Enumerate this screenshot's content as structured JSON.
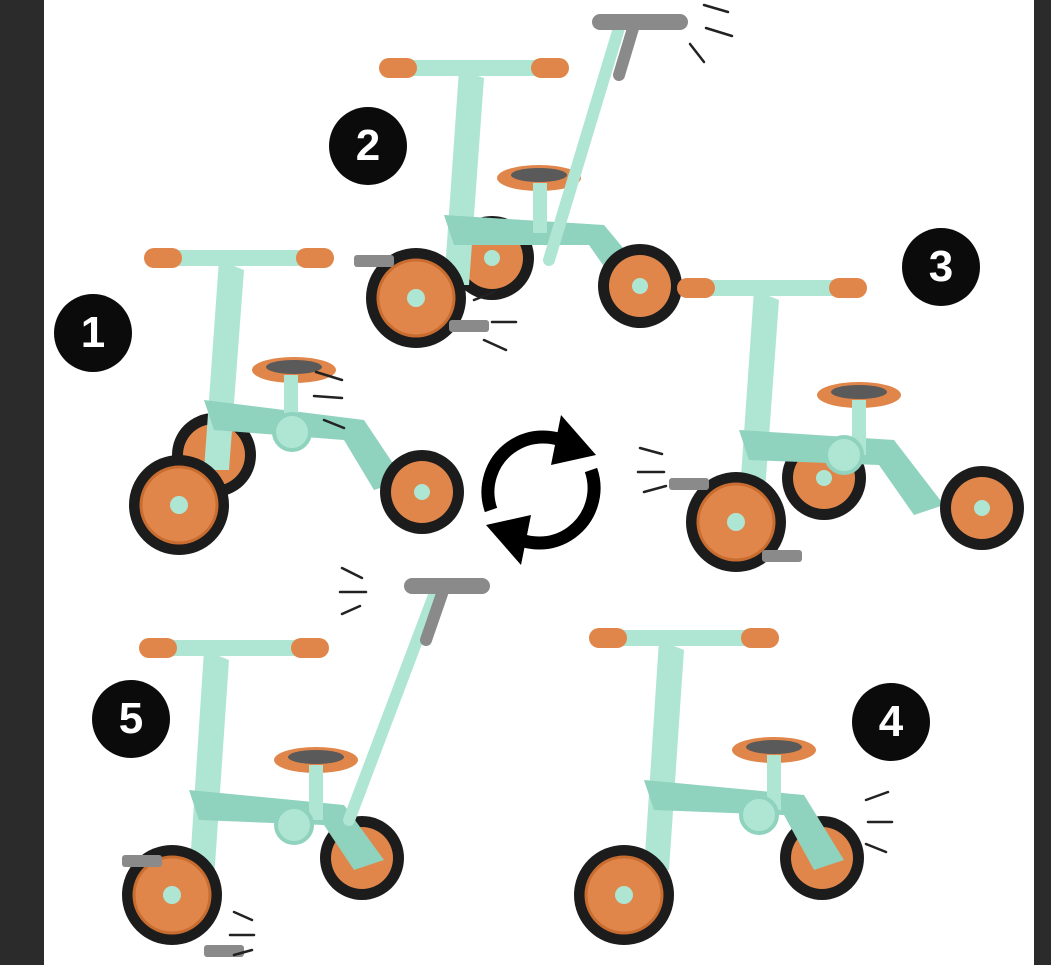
{
  "image": {
    "badges": [
      {
        "label": "1"
      },
      {
        "label": "2"
      },
      {
        "label": "3"
      },
      {
        "label": "4"
      },
      {
        "label": "5"
      }
    ],
    "colors": {
      "frame": "#2b2b2b",
      "background": "#ffffff",
      "mint": "#aee6d3",
      "mint_dark": "#8fd2bd",
      "orange": "#e0864a",
      "orange_dark": "#c96c30",
      "tire": "#1c1c1c",
      "grey": "#8a8a8a",
      "badge": "#0b0b0b"
    },
    "icons": [
      "refresh-cycle-icon",
      "motion-lines-icon"
    ]
  }
}
